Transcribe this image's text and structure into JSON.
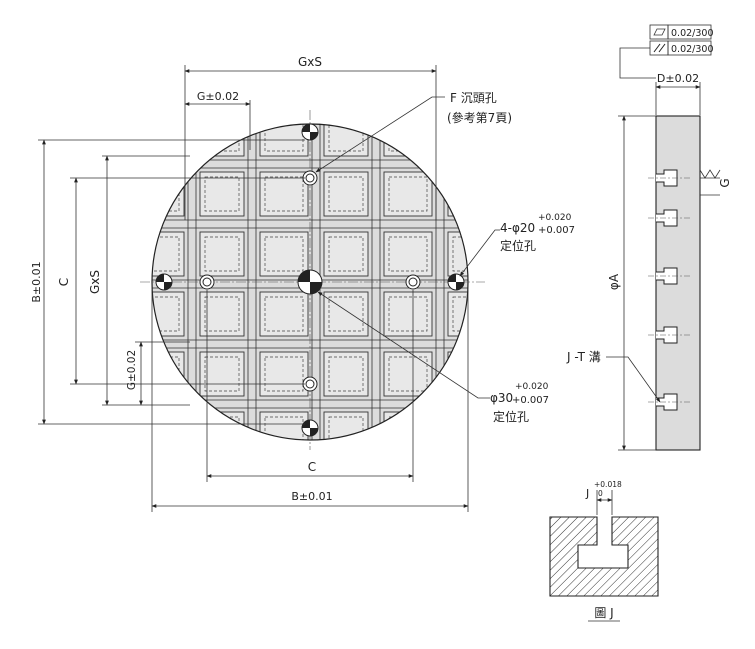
{
  "front_view": {
    "dim_gxs_top": "GxS",
    "dim_g_top": "G±0.02",
    "dim_b_left": "B±0.01",
    "dim_c_left": "C",
    "dim_gxs_left": "GxS",
    "dim_g_left": "G±0.02",
    "dim_c_bottom": "C",
    "dim_b_bottom": "B±0.01",
    "callout_f_line1": "F 沉頭孔",
    "callout_f_line2": "(參考第7頁)",
    "callout_4phi20_main": "4-φ20",
    "callout_4phi20_tol_upper": "+0.020",
    "callout_4phi20_tol_lower": "+0.007",
    "callout_4phi20_line2": "定位孔",
    "callout_phi30_main": "φ30",
    "callout_phi30_tol_upper": "+0.020",
    "callout_phi30_tol_lower": "+0.007",
    "callout_phi30_line2": "定位孔"
  },
  "side_view": {
    "flatness_value": "0.02/300",
    "parallel_value": "0.02/300",
    "dim_d": "D±0.02",
    "dim_phia": "φA",
    "surface_g": "G",
    "callout_jt": "J -T 溝"
  },
  "detail_view": {
    "dim_j": "J",
    "tol_upper": "+0.018",
    "tol_lower": "0",
    "caption": "圖 J"
  }
}
